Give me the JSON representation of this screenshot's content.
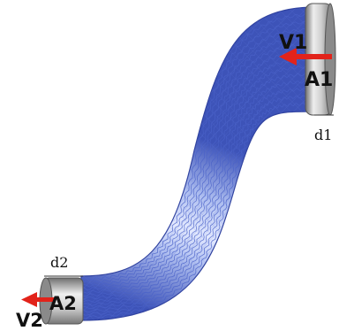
{
  "diagram": {
    "inlet": {
      "velocity_label": "V1",
      "area_label": "A1",
      "diameter_label": "d1"
    },
    "outlet": {
      "velocity_label": "V2",
      "area_label": "A2",
      "diameter_label": "d2"
    },
    "colors": {
      "hose_dark": "#3d53b8",
      "hose_light": "#e4eaff",
      "mesh_line": "#5c74d6",
      "fitting_light": "#eeeeee",
      "fitting_dark": "#6f6f6f",
      "arrow": "#e2231a"
    }
  }
}
